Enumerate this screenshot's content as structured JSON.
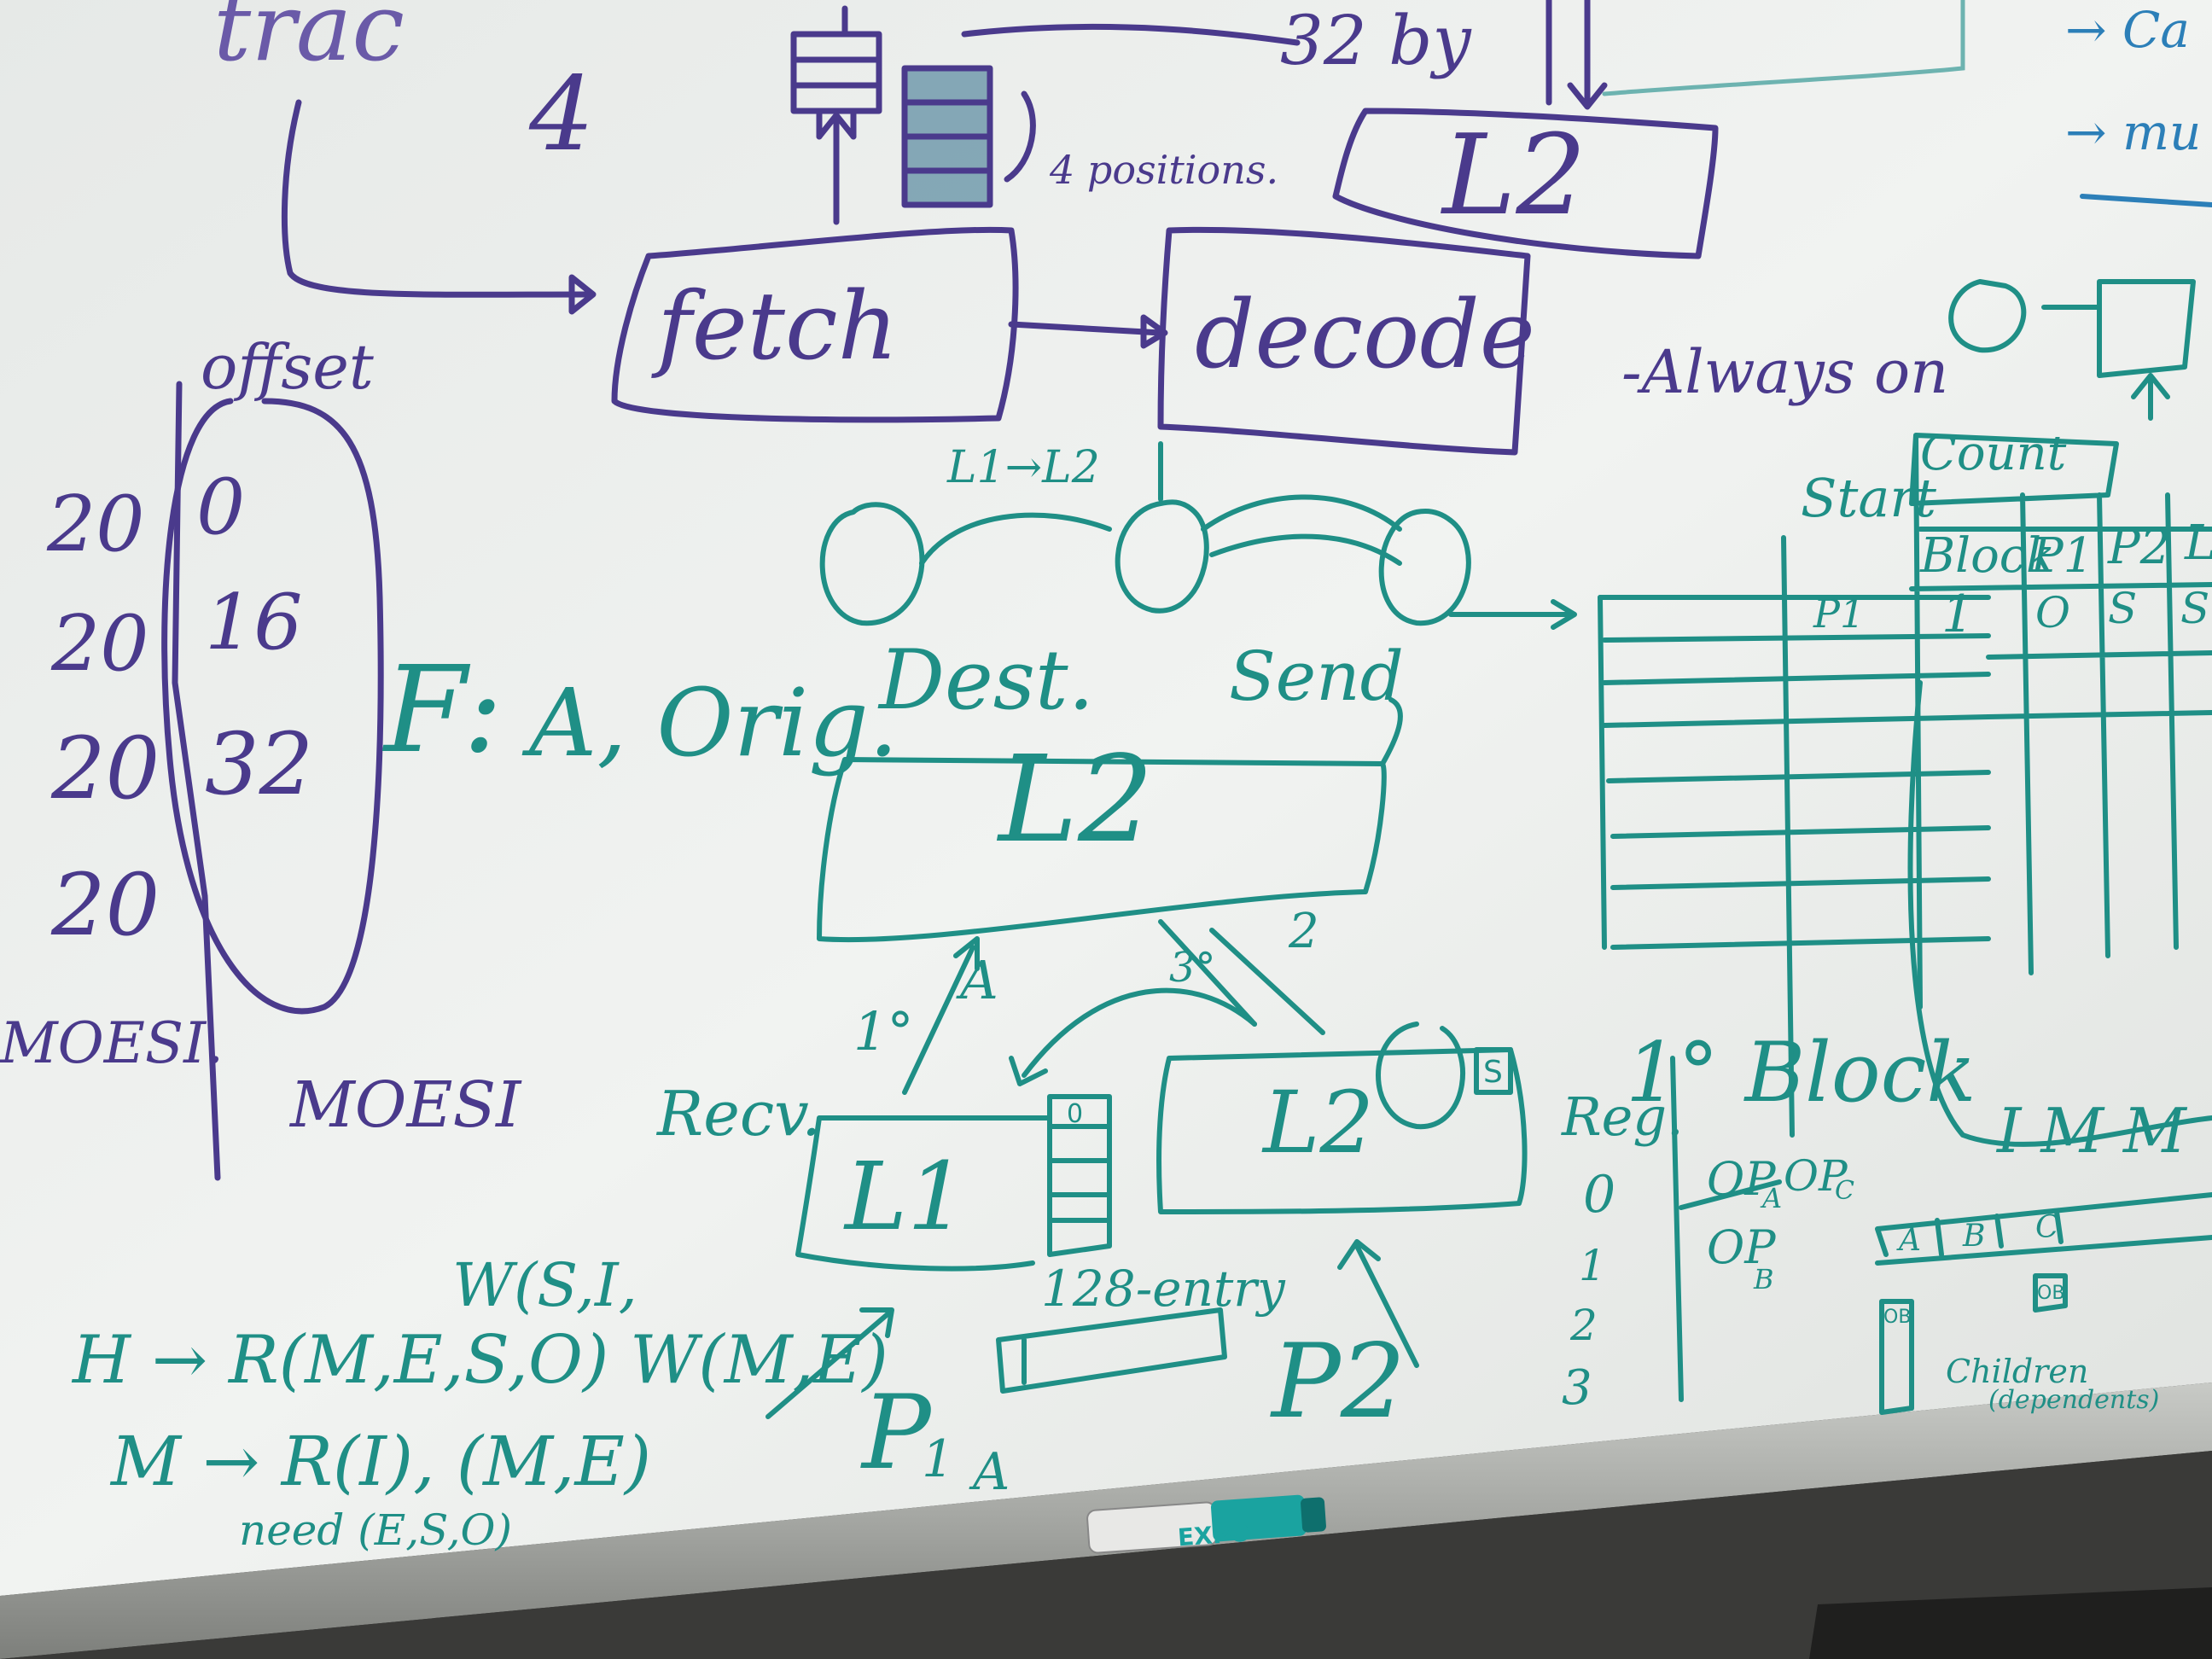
{
  "colors": {
    "board": "#eef0ee",
    "purple_ink": "#4a3a8c",
    "teal_ink": "#1f8f86",
    "blue_ink": "#2c7fb8",
    "tray": "#a9aba7",
    "marker_body": "#1aa3a0"
  },
  "purple": {
    "trace": "trac",
    "four": "4",
    "bytes": "32 by",
    "positions": "4 positions.",
    "fetch": "fetch",
    "decode": "decode",
    "l2_top": "L2",
    "offset": "offset",
    "row1_left": "20",
    "row1_right": "0",
    "row2_left": "20",
    "row2_right": "16",
    "row3_left": "20",
    "row3_right": "32",
    "row4_left": "20",
    "moesi_left": "MOESI.",
    "moesi": "MOESI"
  },
  "teal": {
    "l1_to_l2": "L1→L2",
    "f_label": "F:",
    "a_orig": "A, Orig.",
    "dest": "Dest.",
    "send": "Send",
    "l2_mid": "L2",
    "recv": "Recv.",
    "l1": "L1",
    "l2_small": "L2",
    "s_box": "S",
    "zero_box": "0",
    "entry_128": "128-entry",
    "p1": "P",
    "p1_sub": "1",
    "a_sub": "A",
    "p2": "P2",
    "label_10a": "1°",
    "label_a": "A",
    "label_3": "3°",
    "label_2": "2",
    "h_line1": "H → R(M,E,S,O) W(M,E)",
    "h_line2": "W(S,I,",
    "m_line1": "M → R(I), (M,E)",
    "m_line2": "need (E,S,O)",
    "reg": "Reg.",
    "reg0": "0",
    "reg1": "1",
    "reg2": "2",
    "reg3": "3",
    "block10": "1° Block",
    "opa": "OP",
    "opa_sub": "A",
    "opc": "OP",
    "opc_sub": "C",
    "opb": "OP",
    "opb_sub": "B",
    "always_on": "-Always on",
    "start": "Start",
    "count": "Count",
    "block": "Block",
    "p1_col": "P1",
    "p2_col": "P2",
    "l_col": "L",
    "p1_row": "P1",
    "cell_1": "1",
    "cell_o": "O",
    "cell_s": "S",
    "cell_s2": "S",
    "imm": "I M M",
    "col_a": "A",
    "col_b": "B",
    "col_c": "C",
    "ob1": "OB",
    "ob2": "OB",
    "children": "Children",
    "dependents": "(dependents)"
  },
  "blue": {
    "ca": "→ Ca",
    "mu": "→ mu"
  },
  "marker": {
    "brand": "EXPO"
  }
}
